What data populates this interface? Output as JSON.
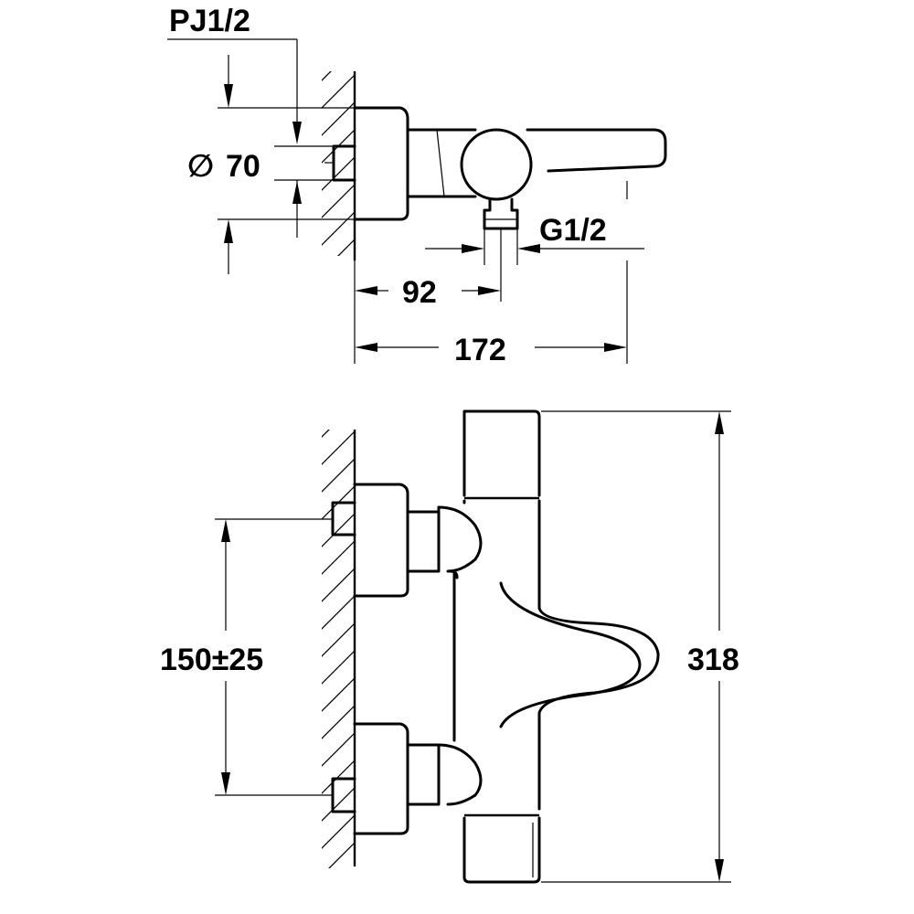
{
  "labels": {
    "pj": "PJ1/2",
    "diameter": "70",
    "diameter_symbol": "∅",
    "g": "G1/2",
    "d92": "92",
    "d172": "172",
    "d150": "150±25",
    "d318": "318"
  }
}
